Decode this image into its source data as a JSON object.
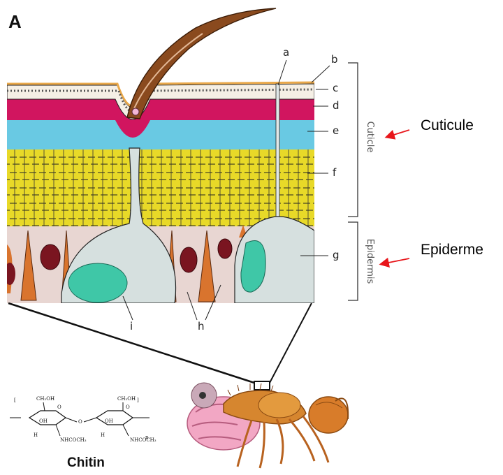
{
  "figure_letter": "A",
  "layer_labels": [
    "a",
    "b",
    "c",
    "d",
    "e",
    "f",
    "g",
    "h",
    "i"
  ],
  "brackets": {
    "cuticle": "Cuticle",
    "epidermis": "Epidermis"
  },
  "annotations": {
    "cuticule": "Cuticule",
    "epiderme": "Epiderme"
  },
  "arrow_color": "#e8161b",
  "chitin": {
    "caption": "Chitin",
    "groups": [
      "CH₂OH",
      "OH",
      "H",
      "NHCOCH₃",
      "O",
      "n"
    ]
  },
  "colors": {
    "hair": "#8a4a1e",
    "epicuticle": "#e9a84a",
    "exocuticle": "#d1155f",
    "mesocuticle": "#69c9e3",
    "endocuticle": "#e8d928",
    "epidermis": "#e8d6d2",
    "nucleus": "#7a1520",
    "cell_orange": "#d9742e",
    "cell_green": "#3fc7a7",
    "cell_grey": "#d6e0df"
  }
}
